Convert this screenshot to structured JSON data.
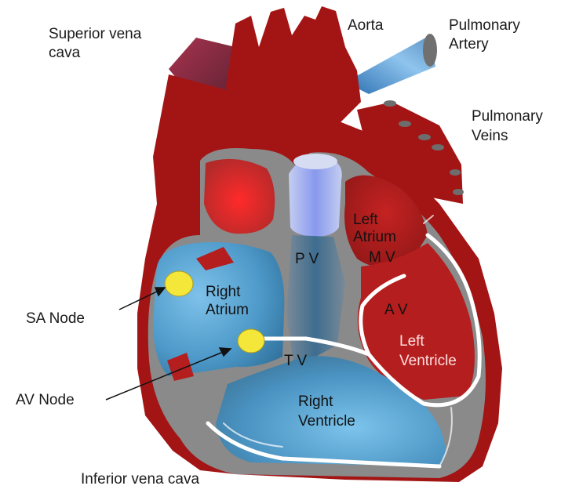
{
  "labels": {
    "superior_vena_cava_1": "Superior vena",
    "superior_vena_cava_2": "cava",
    "aorta": "Aorta",
    "pulmonary_artery_1": "Pulmonary",
    "pulmonary_artery_2": "Artery",
    "pulmonary_veins_1": "Pulmonary",
    "pulmonary_veins_2": "Veins",
    "left_atrium_1": "Left",
    "left_atrium_2": "Atrium",
    "pv": "P V",
    "mv": "M V",
    "right_atrium_1": "Right",
    "right_atrium_2": "Atrium",
    "av_valve": "A V",
    "sa_node": "SA Node",
    "left_ventricle_1": "Left",
    "left_ventricle_2": "Ventricle",
    "tv": "T V",
    "av_node": "AV Node",
    "right_ventricle_1": "Right",
    "right_ventricle_2": "Ventricle",
    "inferior_vena_cava": "Inferior vena cava"
  },
  "colors": {
    "muscle": "#a31515",
    "wall": "#8a8a8a",
    "deoxygenated": "#4f9fcf",
    "oxygenated": "#b51e1e",
    "node": "#f5e63a",
    "conduction": "#ffffff"
  }
}
